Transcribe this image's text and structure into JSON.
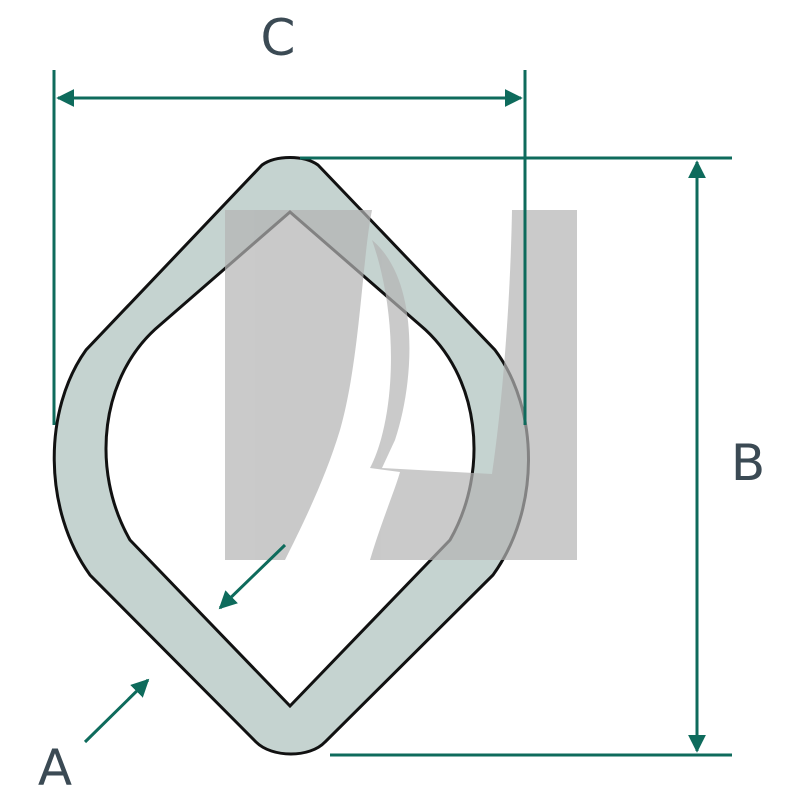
{
  "labels": {
    "width": "C",
    "height": "B",
    "wall_thickness": "A"
  },
  "colors": {
    "profile_fill": "#c5d3d0",
    "profile_stroke": "#111111",
    "dimension_line": "#0e6b5c",
    "label_text": "#3b4a54",
    "watermark": "#b3b3b3"
  },
  "watermark": {
    "description": "logo"
  }
}
